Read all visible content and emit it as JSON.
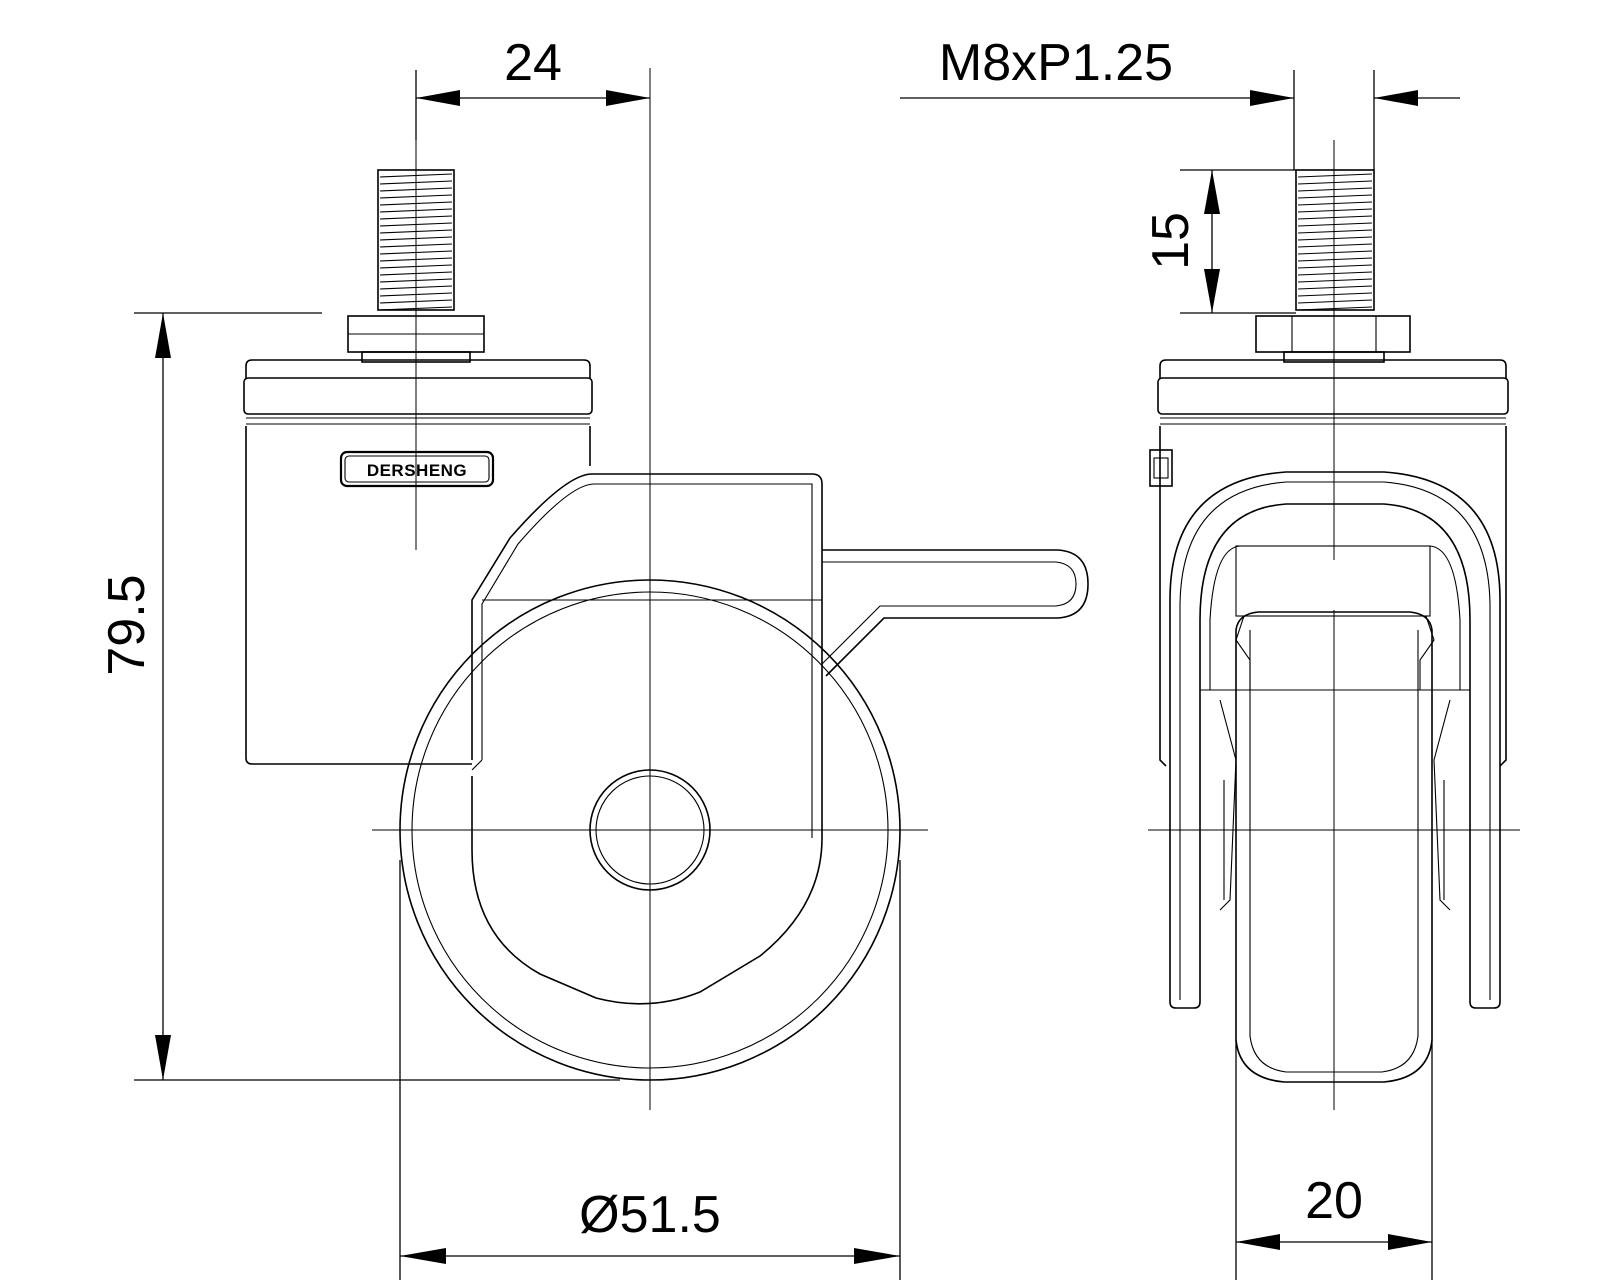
{
  "drawing": {
    "brand_label": "DERSHENG",
    "dimensions": {
      "offset": "24",
      "thread": "M8xP1.25",
      "thread_length": "15",
      "overall_height": "79.5",
      "wheel_diameter": "Ø51.5",
      "wheel_width": "20"
    }
  }
}
